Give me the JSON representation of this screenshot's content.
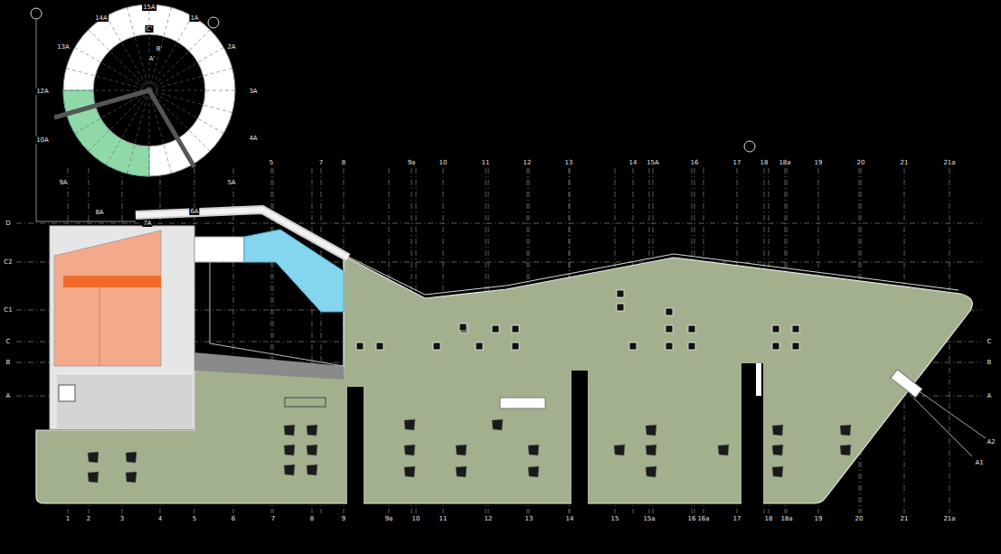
{
  "diagram": {
    "labels": [
      "15A",
      "14A",
      "1A",
      "13A",
      "2A",
      "12A",
      "3A",
      "10A",
      "4A",
      "9A",
      "5A",
      "8A",
      "7A",
      "6A",
      "C'",
      "B'",
      "A'",
      "5",
      "7",
      "8",
      "9a",
      "10",
      "11",
      "12",
      "13",
      "14",
      "15A",
      "16",
      "17",
      "18",
      "18a",
      "19",
      "20",
      "21",
      "21a",
      "1",
      "2",
      "3",
      "4",
      "5",
      "6",
      "7",
      "8",
      "9",
      "9a",
      "10",
      "11",
      "12",
      "13",
      "14",
      "15",
      "15a",
      "16",
      "16a",
      "17",
      "18",
      "18a",
      "19",
      "20",
      "21",
      "21a",
      "D",
      "C2",
      "C1",
      "C",
      "B",
      "A",
      "C",
      "B",
      "A",
      "A1",
      "A2"
    ]
  }
}
